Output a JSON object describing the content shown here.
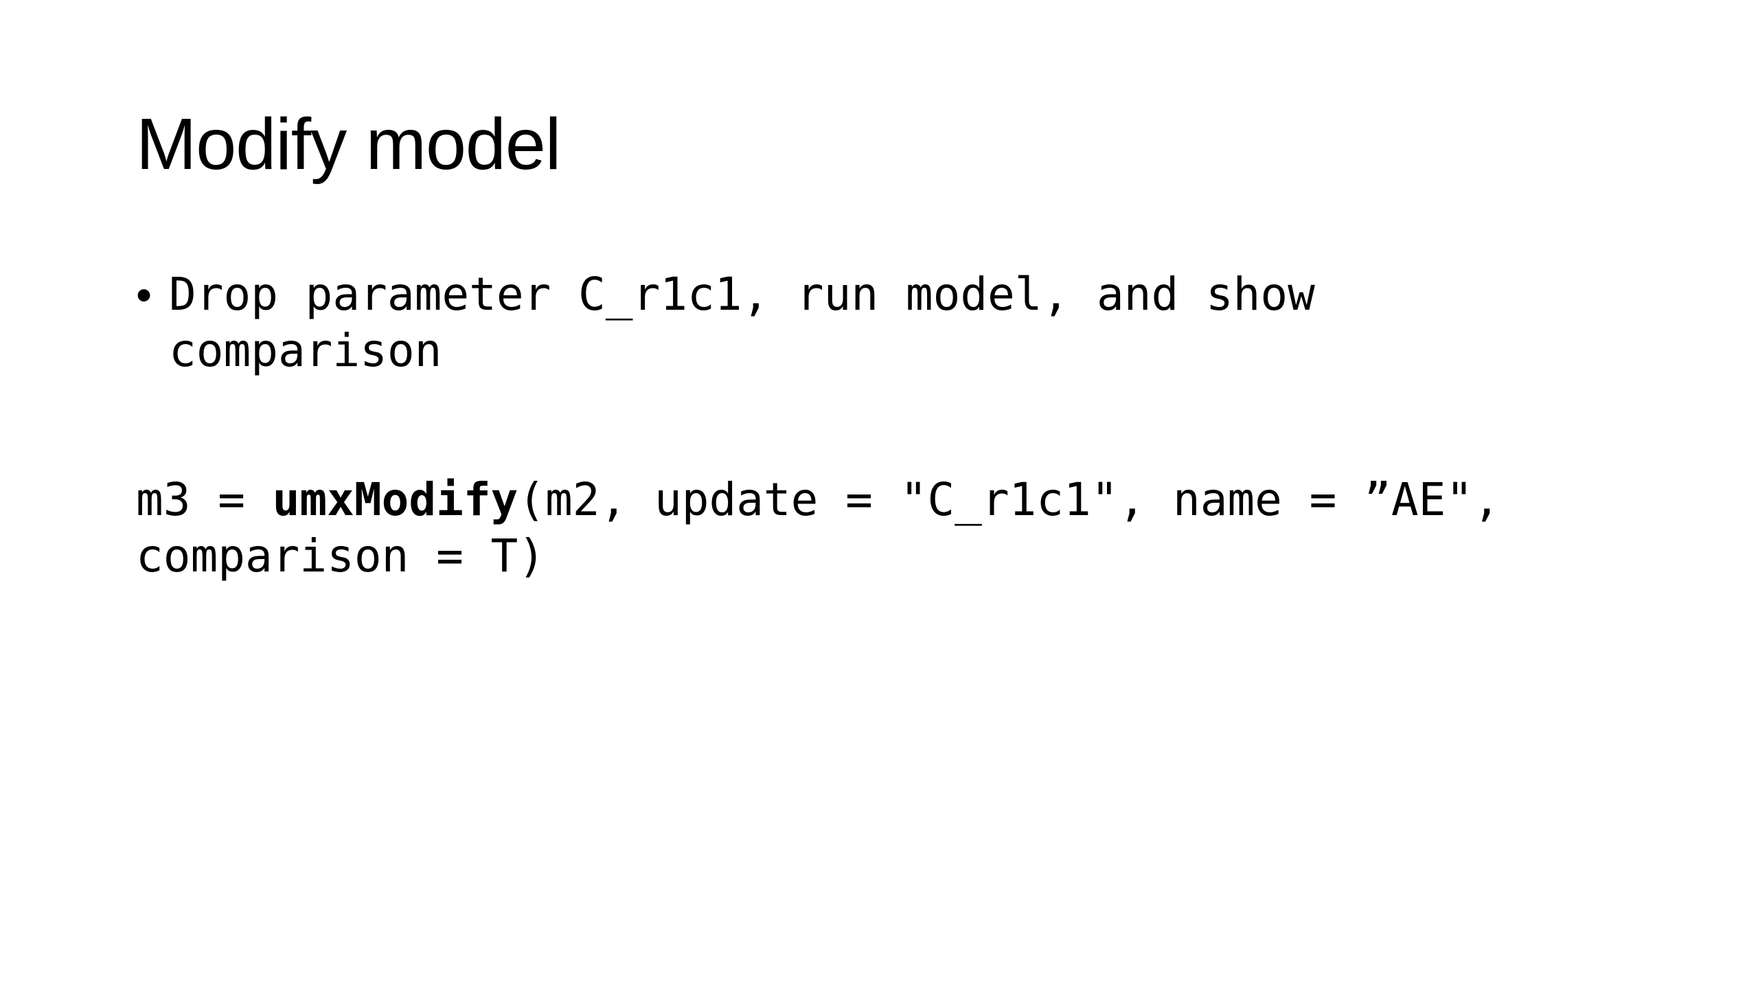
{
  "slide": {
    "title": "Modify model",
    "bullets": [
      {
        "text": "Drop parameter C_r1c1, run model, and show comparison"
      }
    ],
    "code": {
      "prefix": "m3 = ",
      "function_name": "umxModify",
      "args_line1": "(m2, update = \"C_r1c1\", name = ”AE\",",
      "args_line2": "comparison = T)"
    }
  }
}
